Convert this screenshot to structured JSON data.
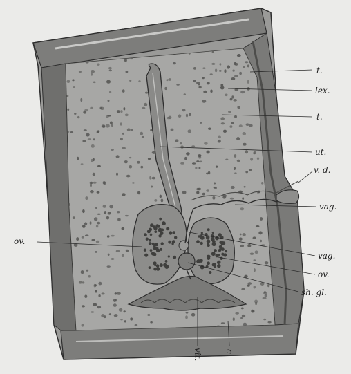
{
  "figure": {
    "subject": "proglottid-cross-section",
    "colors": {
      "paper": "#ebebe9",
      "segment_fill": "#9a9a98",
      "segment_inner": "#a7a7a5",
      "border_band": "#6f6f6d",
      "dark_line": "#2e2e2e",
      "ovary_fill": "#8d8d8b",
      "dot": "#555553"
    }
  },
  "labels": {
    "t_top": "t.",
    "lex": "lex.",
    "t_mid": "t.",
    "ut": "ut.",
    "vd": "v. d.",
    "vag_upper": "vag.",
    "ov_left": "ov.",
    "vag_lower": "vag.",
    "ov_right": "ov.",
    "shgl": "sh. gl.",
    "vit": "vit.",
    "c": "c."
  }
}
